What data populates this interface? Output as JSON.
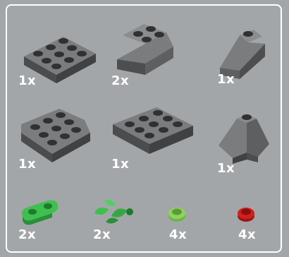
{
  "parts": [
    {
      "qty": "1x",
      "name": "plate-2x3-icon",
      "color": "#6b6d6e"
    },
    {
      "qty": "2x",
      "name": "slope-2x2-icon",
      "color": "#6b6d6e"
    },
    {
      "qty": "1x",
      "name": "slope-1x2-icon",
      "color": "#6b6d6e"
    },
    {
      "qty": "1x",
      "name": "wedge-plate-icon",
      "color": "#6b6d6e"
    },
    {
      "qty": "1x",
      "name": "plate-3x3-icon",
      "color": "#6b6d6e"
    },
    {
      "qty": "1x",
      "name": "slope-double-convex-icon",
      "color": "#6b6d6e"
    },
    {
      "qty": "2x",
      "name": "plate-1x2-rounded-icon",
      "color": "#3fbf4f"
    },
    {
      "qty": "2x",
      "name": "plant-leaves-icon",
      "color": "#3fbf4f"
    },
    {
      "qty": "4x",
      "name": "round-plate-1x1-icon",
      "color": "#8dd45a"
    },
    {
      "qty": "4x",
      "name": "round-plate-1x1-icon",
      "color": "#d41f1f"
    }
  ]
}
